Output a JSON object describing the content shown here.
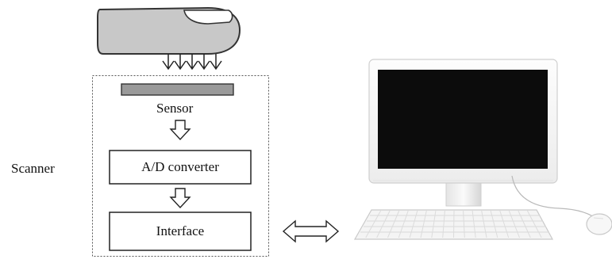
{
  "diagram": {
    "scanner_label": "Scanner",
    "sensor_label": "Sensor",
    "adc_label": "A/D converter",
    "interface_label": "Interface"
  },
  "icons": {
    "finger": "finger-icon",
    "computer": "desktop-computer-icon",
    "keyboard": "keyboard-icon",
    "mouse": "mouse-icon"
  },
  "colors": {
    "finger_fill": "#c8c8c8",
    "sensor_fill": "#9a9a9a",
    "screen": "#0c0c0c",
    "monitor_bezel": "#f6f6f6",
    "line": "#222222"
  }
}
